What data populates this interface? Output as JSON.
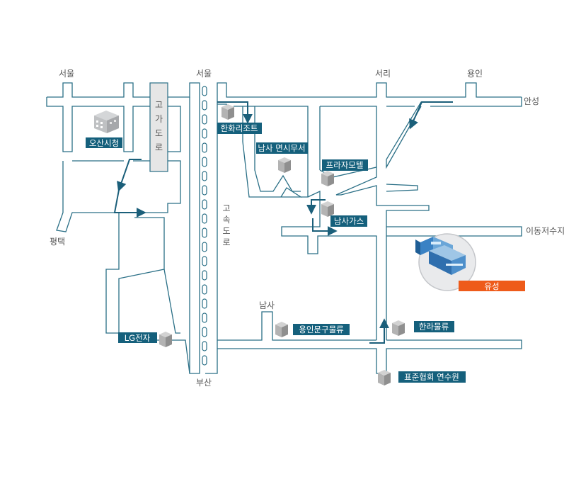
{
  "directions": {
    "seoul_left": "서울",
    "seoul_mid": "서울",
    "seori": "서리",
    "yongin": "용인",
    "anseong": "안성",
    "pyeongtaek": "평택",
    "idong": "이동저수지",
    "busan": "부산",
    "namsa": "남사"
  },
  "roads": {
    "overpass": [
      "고",
      "가",
      "도",
      "로"
    ],
    "expressway": [
      "고",
      "속",
      "도",
      "로"
    ]
  },
  "places": {
    "osan_city_hall": "오산시청",
    "hanwha_resort": "한화리조트",
    "namsa_office": "남사 면시무서",
    "praza_motel": "프라자모텔",
    "namsa_gas": "남사가스",
    "yongin_logistics": "용인문구물류",
    "halla_logistics": "한라물류",
    "lg_electronics": "LG전자",
    "standards_institute": "표준협회 연수원"
  },
  "highlight": {
    "label": "유성",
    "color": "#ee5b1a"
  },
  "colors": {
    "road": "#2a6f86",
    "label_bg": "#15607c",
    "building": "#a8a8a8"
  }
}
